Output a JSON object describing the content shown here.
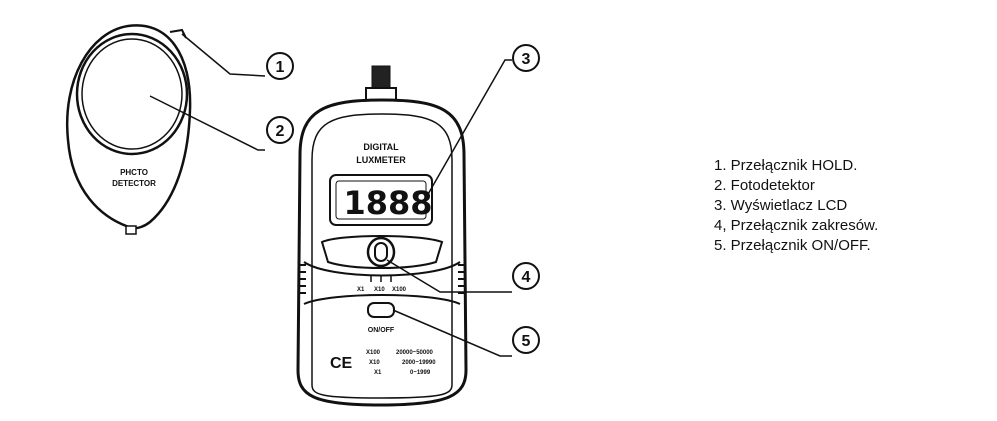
{
  "diagram": {
    "photo_detector_label_line1": "PHCTO",
    "photo_detector_label_line2": "DETECTOR",
    "meter_title_line1": "DIGITAL",
    "meter_title_line2": "LUXMETER",
    "lcd_digits": "1888",
    "range_marks": [
      "X1",
      "X10",
      "X100"
    ],
    "onoff_label": "ON/OFF",
    "ce_mark": "CE",
    "range_table": [
      {
        "mult": "X100",
        "range": "20000~50000"
      },
      {
        "mult": "X10",
        "range": "2000~19990"
      },
      {
        "mult": "X1",
        "range": "0~1999"
      }
    ],
    "callouts": [
      "1",
      "2",
      "3",
      "4",
      "5"
    ]
  },
  "legend": {
    "items": [
      "1.  Przełącznik HOLD.",
      "2.  Fotodetektor",
      "3.  Wyświetlacz LCD",
      "4,  Przełącznik zakresów.",
      "5.  Przełącznik ON/OFF."
    ]
  }
}
